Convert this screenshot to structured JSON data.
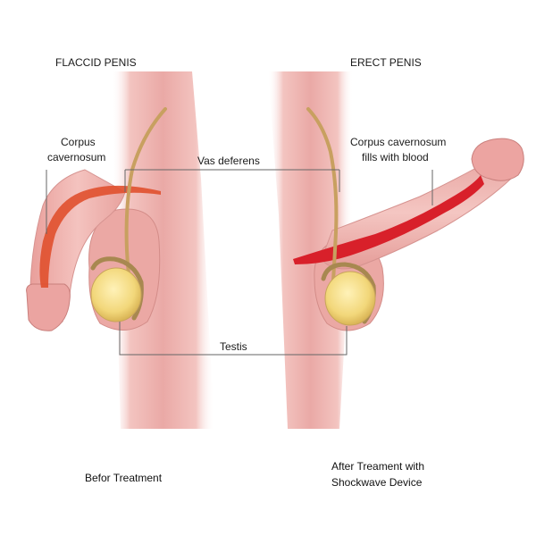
{
  "panels": {
    "left_title": "FLACCID PENIS",
    "right_title": "ERECT PENIS"
  },
  "labels": {
    "corpus_left_line1": "Corpus",
    "corpus_left_line2": "cavernosum",
    "corpus_right_line1": "Corpus cavernosum",
    "corpus_right_line2": "fills with blood",
    "vas_deferens": "Vas deferens",
    "testis": "Testis"
  },
  "captions": {
    "before": "Befor Treatment",
    "after_line1": "After Treament with",
    "after_line2": "Shockwave Device"
  },
  "colors": {
    "skin": "#f1b8b4",
    "skin_shadow": "#e19a97",
    "corpus": "#e0502d",
    "blood": "#d8202a",
    "vas": "#c8a060",
    "testis": "#f2d77a",
    "epididymis": "#a88850"
  }
}
